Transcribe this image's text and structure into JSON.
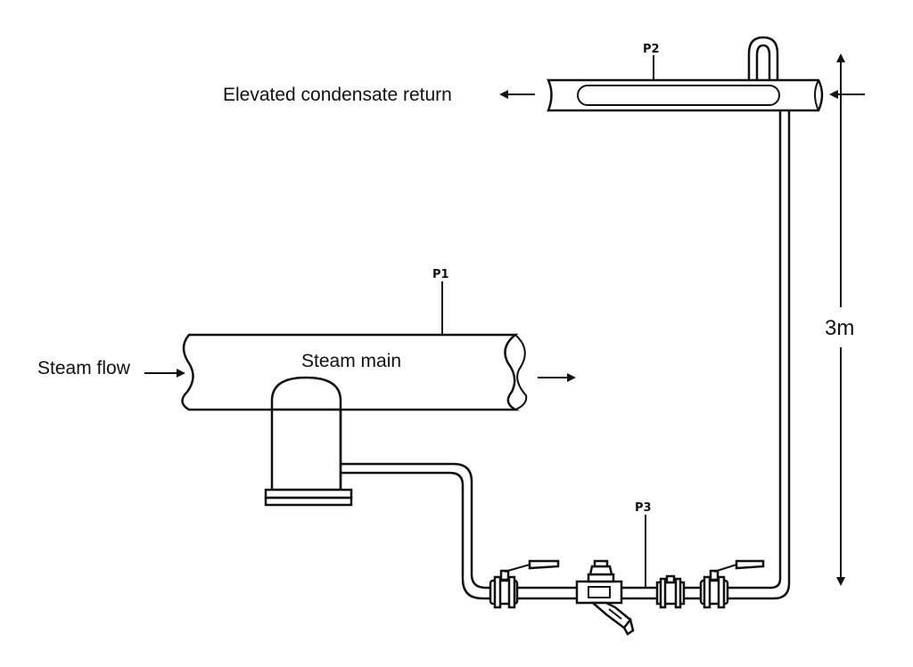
{
  "labels": {
    "condensate_return": "Elevated condensate return",
    "steam_flow": "Steam flow",
    "steam_main": "Steam main",
    "p1": "P1",
    "p2": "P2",
    "p3": "P3",
    "height": "3m"
  }
}
